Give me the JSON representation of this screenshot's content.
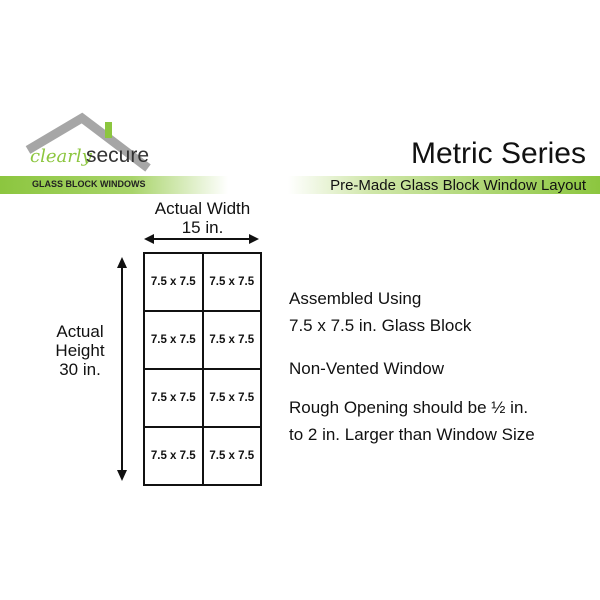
{
  "logo": {
    "script": "clearly",
    "word": "secure",
    "tagline": "GLASS BLOCK WINDOWS"
  },
  "header": {
    "title": "Metric Series",
    "subtitle": "Pre-Made Glass Block Window Layout"
  },
  "diagram": {
    "width_label": "Actual Width",
    "width_value": "15 in.",
    "height_label_1": "Actual",
    "height_label_2": "Height",
    "height_value": "30 in.",
    "cells": [
      "7.5 x 7.5",
      "7.5 x 7.5",
      "7.5 x 7.5",
      "7.5 x 7.5",
      "7.5 x 7.5",
      "7.5 x 7.5",
      "7.5 x 7.5",
      "7.5 x 7.5"
    ]
  },
  "info": {
    "assembled_1": "Assembled Using",
    "assembled_2": "7.5 x 7.5 in. Glass Block",
    "vent": "Non-Vented Window",
    "rough_1": "Rough Opening should be ½ in.",
    "rough_2": "to 2 in. Larger than Window Size"
  }
}
